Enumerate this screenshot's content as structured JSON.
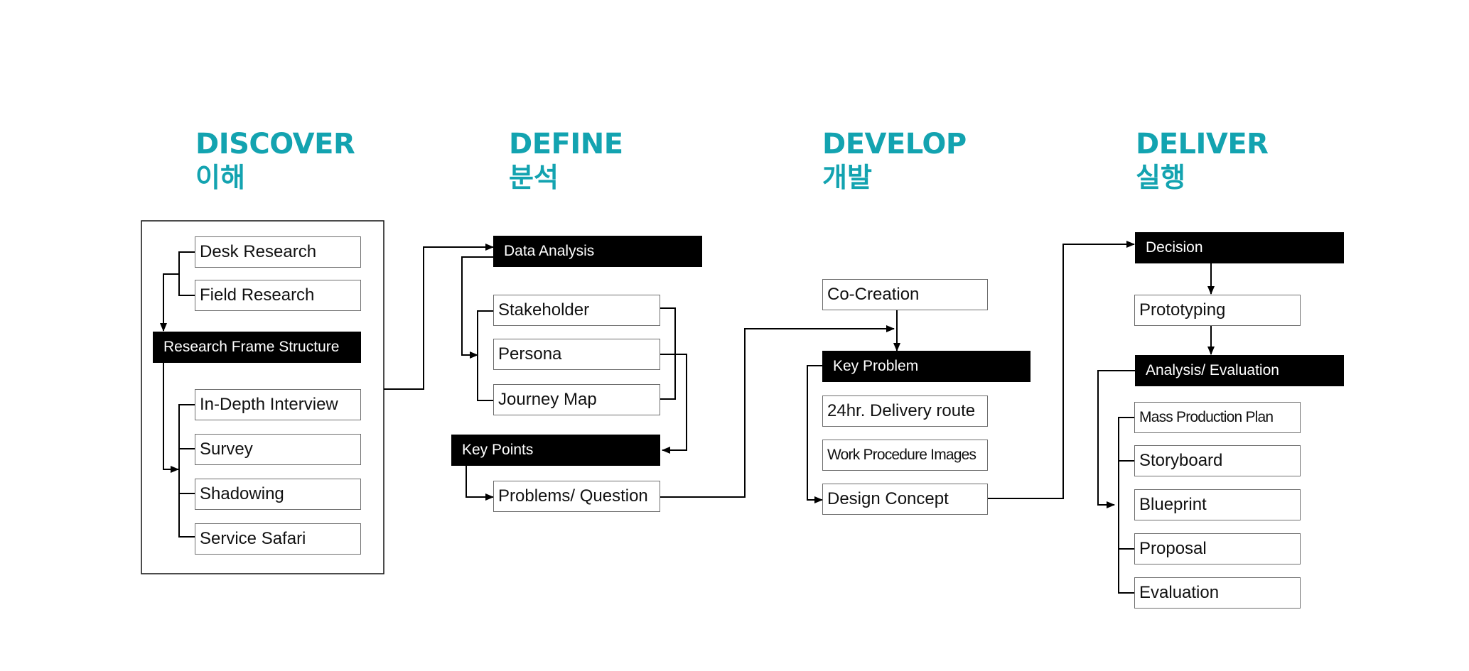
{
  "phases": [
    {
      "title": "DISCOVER",
      "subtitle": "이해",
      "steps": [
        "Desk Research",
        "Field Research",
        "Research Frame Structure",
        "In-Depth Interview",
        "Survey",
        "Shadowing",
        "Service Safari"
      ]
    },
    {
      "title": "DEFINE",
      "subtitle": "분석",
      "steps": [
        "Data Analysis",
        "Stakeholder",
        "Persona",
        "Journey Map",
        "Key Points",
        "Problems/ Question"
      ]
    },
    {
      "title": "DEVELOP",
      "subtitle": "개발",
      "steps": [
        "Co-Creation",
        "Key Problem",
        "24hr. Delivery route",
        "Work Procedure Images",
        "Design Concept"
      ]
    },
    {
      "title": "DELIVER",
      "subtitle": "실행",
      "steps": [
        "Decision",
        "Prototyping",
        "Analysis/ Evaluation",
        "Mass Production Plan",
        "Storyboard",
        "Blueprint",
        "Proposal",
        "Evaluation"
      ]
    }
  ],
  "colors": {
    "heading": "#13a3b0",
    "highlight_box": "#000000",
    "box_border": "#6e6e6e",
    "connector": "#000000"
  }
}
